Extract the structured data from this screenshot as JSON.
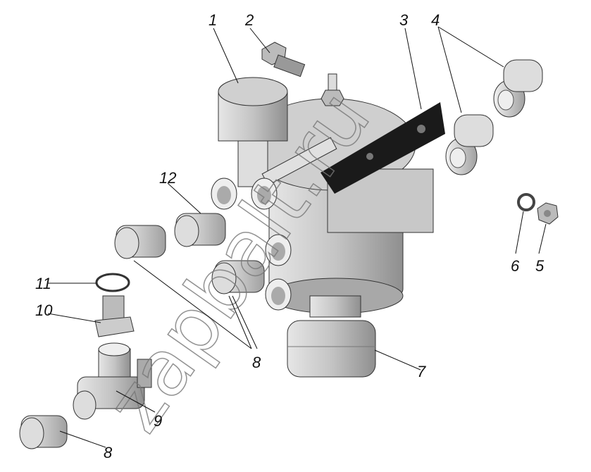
{
  "diagram": {
    "watermark": "zapbalt.ru",
    "callouts": [
      {
        "id": "1",
        "label": "1",
        "part": "cap"
      },
      {
        "id": "2",
        "label": "2",
        "part": "bolt"
      },
      {
        "id": "3",
        "label": "3",
        "part": "bracket"
      },
      {
        "id": "4",
        "label": "4",
        "part": "angle-fittings"
      },
      {
        "id": "5",
        "label": "5",
        "part": "nut"
      },
      {
        "id": "6",
        "label": "6",
        "part": "lock-washer"
      },
      {
        "id": "7",
        "label": "7",
        "part": "muffler"
      },
      {
        "id": "8a",
        "label": "8",
        "part": "push-fittings"
      },
      {
        "id": "8b",
        "label": "8",
        "part": "push-fitting-lower"
      },
      {
        "id": "9",
        "label": "9",
        "part": "tee"
      },
      {
        "id": "10",
        "label": "10",
        "part": "adapter"
      },
      {
        "id": "11",
        "label": "11",
        "part": "sealing-ring"
      },
      {
        "id": "12",
        "label": "12",
        "part": "fitting"
      }
    ],
    "colors": {
      "metal": "#c8c8c8",
      "metal_dark": "#9a9a9a",
      "bracket": "#1a1a1a",
      "line": "#111111"
    }
  }
}
